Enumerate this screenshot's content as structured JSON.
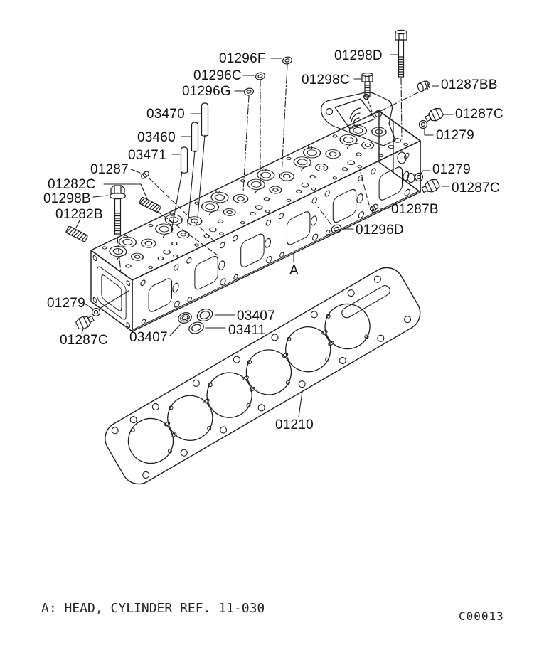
{
  "labels": [
    {
      "text": "01296F"
    },
    {
      "text": "01296C"
    },
    {
      "text": "01296G"
    },
    {
      "text": "01298D"
    },
    {
      "text": "01298C"
    },
    {
      "text": "03470"
    },
    {
      "text": "03460"
    },
    {
      "text": "03471"
    },
    {
      "text": "01287"
    },
    {
      "text": "01282C"
    },
    {
      "text": "01298B"
    },
    {
      "text": "01282B"
    },
    {
      "text": "01287BB"
    },
    {
      "text": "01287C"
    },
    {
      "text": "01279"
    },
    {
      "text": "01279"
    },
    {
      "text": "01287C"
    },
    {
      "text": "01287B"
    },
    {
      "text": "01296D"
    },
    {
      "text": "A"
    },
    {
      "text": "01279"
    },
    {
      "text": "01287C"
    },
    {
      "text": "03407"
    },
    {
      "text": "03411"
    },
    {
      "text": "03407"
    },
    {
      "text": "01210"
    }
  ],
  "footer": {
    "note": "A: HEAD, CYLINDER REF. 11-030",
    "figure_code": "C00013"
  }
}
